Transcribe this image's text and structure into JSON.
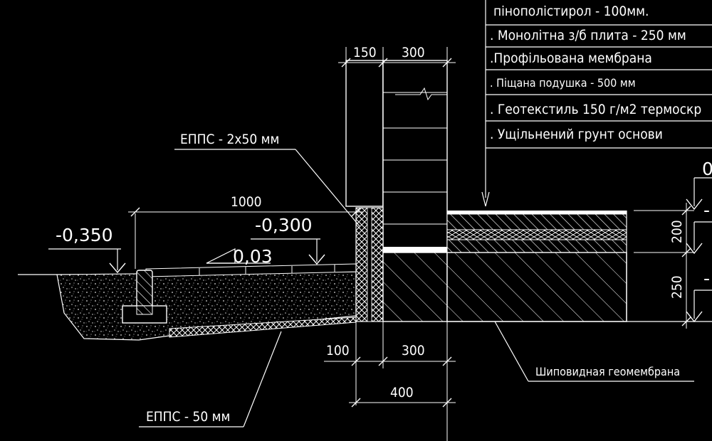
{
  "layers": [
    "пінополістирол  - 100мм.",
    ". Монолітна з/б плита - 250 мм",
    ".Профільована мембрана",
    ". Піщана подушка  - 500 мм",
    ". Геотекстиль 150 г/м2 термоскр",
    ".  Ущільнений грунт основи"
  ],
  "callouts": {
    "epps_2x50": "ЕППС - 2х50 мм",
    "epps_50": "ЕППС - 50 мм",
    "geomembrane": "Шиповидная геомембрана"
  },
  "dimensions": {
    "top_150": "150",
    "top_300": "300",
    "width_1000": "1000",
    "bottom_100": "100",
    "bottom_300": "300",
    "bottom_400": "400",
    "right_200": "200",
    "right_250": "250"
  },
  "levels": {
    "minus_0350": "-0,350",
    "minus_0300": "-0,300",
    "right_top_partial": "0",
    "right_mid_partial": "-",
    "right_low_partial": "-"
  },
  "slope": "0,03",
  "colors": {
    "background": "#000000",
    "lines": "#ffffff"
  }
}
